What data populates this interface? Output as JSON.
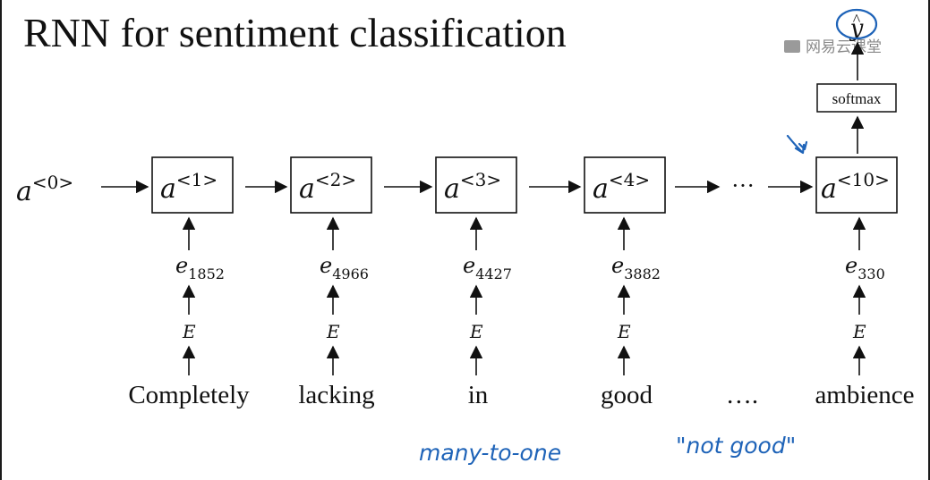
{
  "slide": {
    "title": "RNN for sentiment classification",
    "watermark": "网易云课堂"
  },
  "diagram": {
    "initial_activation": {
      "base": "a",
      "sup": "<0>"
    },
    "hidden_states": [
      {
        "base": "a",
        "sup": "<1>"
      },
      {
        "base": "a",
        "sup": "<2>"
      },
      {
        "base": "a",
        "sup": "<3>"
      },
      {
        "base": "a",
        "sup": "<4>"
      },
      {
        "base": "a",
        "sup": "<10>"
      }
    ],
    "embeddings": [
      {
        "base": "e",
        "sub": "1852"
      },
      {
        "base": "e",
        "sub": "4966"
      },
      {
        "base": "e",
        "sub": "4427"
      },
      {
        "base": "e",
        "sub": "3882"
      },
      {
        "base": "e",
        "sub": "330"
      }
    ],
    "embedding_matrix_label": "E",
    "words": [
      "Completely",
      "lacking",
      "in",
      "good",
      "ambience"
    ],
    "chain_ellipsis": "···",
    "word_ellipsis": "….",
    "softmax_label": "softmax",
    "output": {
      "base": "y",
      "hat": "^"
    }
  },
  "annotations": {
    "handwritten_left": "many-to-one",
    "handwritten_right": "\"not good\""
  }
}
